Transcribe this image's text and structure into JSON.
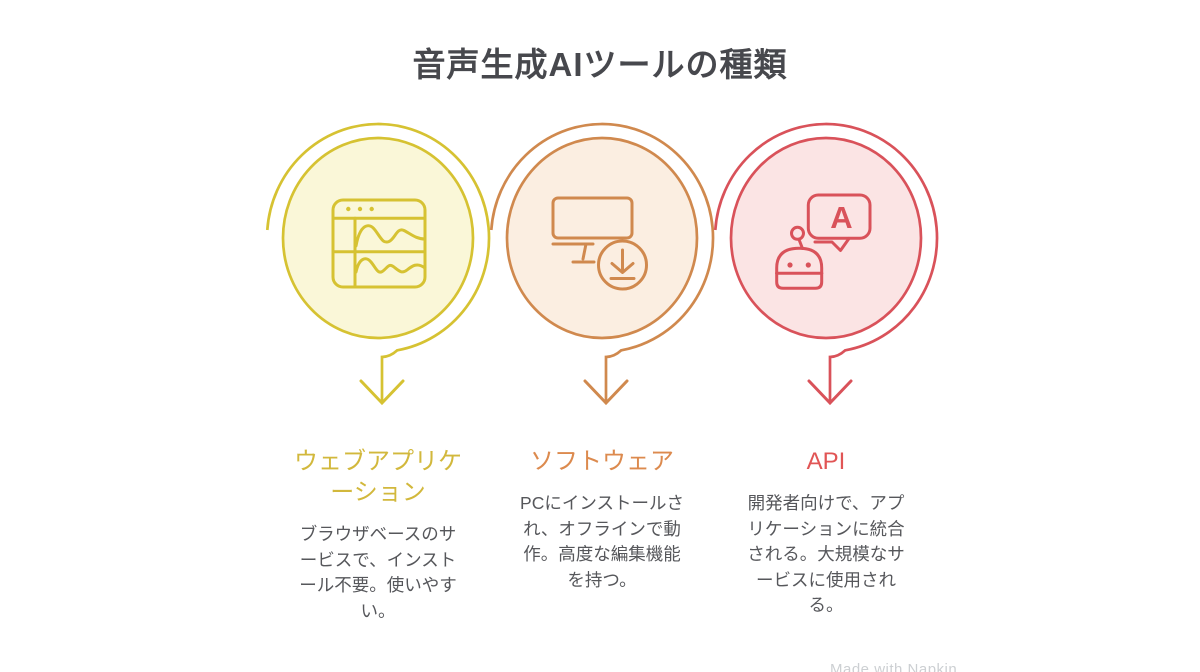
{
  "title": "音声生成AIツールの種類",
  "title_color": "#47484d",
  "description_color": "#56575b",
  "watermark": "Made with Napkin",
  "items": [
    {
      "id": "web-application",
      "label": "ウェブアプリケ\nーション",
      "description": "ブラウザベースのサ\nービスで、インスト\nール不要。使いやす\nい。",
      "icon": "browser-waveform-icon",
      "colors": {
        "stroke": "#d6c232",
        "fill": "#faf7d8",
        "label": "#d2b83c"
      }
    },
    {
      "id": "software",
      "label": "ソフトウェア",
      "description": "PCにインストールさ\nれ、オフラインで動\n作。高度な編集機能\nを持つ。",
      "icon": "monitor-download-icon",
      "colors": {
        "stroke": "#d0894e",
        "fill": "#fbeee1",
        "label": "#dc8a4e"
      }
    },
    {
      "id": "api",
      "label": "API",
      "description": "開発者向けで、アプ\nリケーションに統合\nされる。大規模なサ\nービスに使用され\nる。",
      "icon": "robot-chat-icon",
      "colors": {
        "stroke": "#d9525a",
        "fill": "#fbe4e4",
        "label": "#e15555"
      }
    }
  ]
}
